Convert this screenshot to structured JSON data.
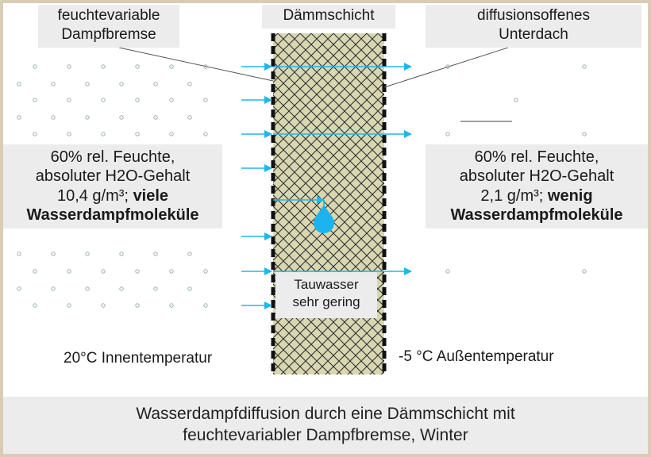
{
  "labels": {
    "vapor_barrier_line1": "feuchtevariable",
    "vapor_barrier_line2": "Dampfbremse",
    "insulation": "Dämmschicht",
    "underlay_line1": "diffusionsoffenes",
    "underlay_line2": "Unterdach"
  },
  "inside": {
    "line1": "60% rel. Feuchte,",
    "line2": "absoluter H2O-Gehalt",
    "line3_prefix": "10,4 g/m³;",
    "line3_bold": "viele",
    "line4_bold": "Wasserdampfmoleküle",
    "temperature": "20°C Innentemperatur"
  },
  "outside": {
    "line1": "60% rel. Feuchte,",
    "line2": "absoluter H2O-Gehalt",
    "line3_prefix": "2,1 g/m³;",
    "line3_bold": "wenig",
    "line4_bold": "Wasserdampfmoleküle",
    "temperature": "-5 °C Außentemperatur"
  },
  "condensate": {
    "line1": "Tauwasser",
    "line2": "sehr gering"
  },
  "caption": {
    "line1": "Wasserdampfdiffusion durch eine Dämmschicht mit",
    "line2": "feuchtevariabler Dampfbremse, Winter"
  },
  "colors": {
    "insulation_fill": "#d9d7b2",
    "hatch": "#2a2a2a",
    "arrow": "#20b6ec",
    "dot": "#9aaeb0",
    "label_bg": "#ececec",
    "frame": "#d8cdb4"
  },
  "icons": {
    "droplet": "water-droplet-icon",
    "arrow": "arrow-right-icon"
  }
}
